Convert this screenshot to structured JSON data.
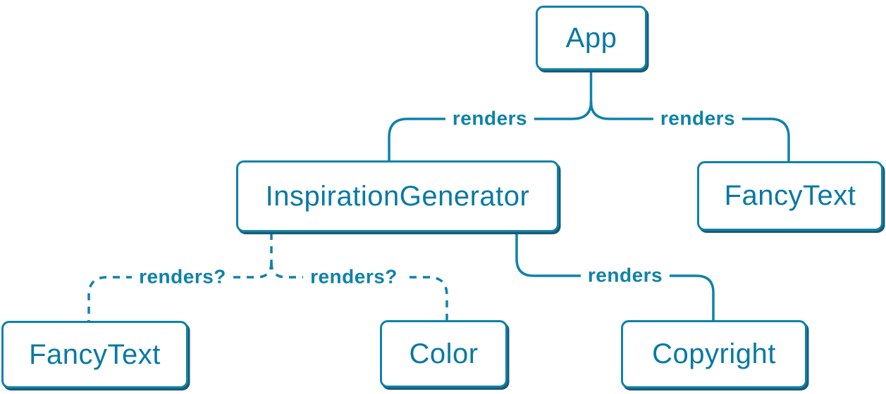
{
  "page": {
    "background": "#ffffff"
  },
  "diagram": {
    "type": "component-render-tree",
    "colors": {
      "accent": "#0e82aa",
      "node_text": "#0879a3",
      "node_fill": "#ffffff",
      "shadow": "#1c5972",
      "page_bg": "#ffffff"
    },
    "nodes": [
      {
        "id": "app",
        "label": "App"
      },
      {
        "id": "inspiration-generator",
        "label": "InspirationGenerator"
      },
      {
        "id": "fancy-text-top",
        "label": "FancyText"
      },
      {
        "id": "fancy-text-bottom",
        "label": "FancyText"
      },
      {
        "id": "color",
        "label": "Color"
      },
      {
        "id": "copyright",
        "label": "Copyright"
      }
    ],
    "edges": [
      {
        "from": "App",
        "to": "InspirationGenerator",
        "label": "renders",
        "style": "solid"
      },
      {
        "from": "App",
        "to": "FancyText",
        "label": "renders",
        "style": "solid"
      },
      {
        "from": "InspirationGenerator",
        "to": "FancyText",
        "label": "renders?",
        "style": "dashed"
      },
      {
        "from": "InspirationGenerator",
        "to": "Color",
        "label": "renders?",
        "style": "dashed"
      },
      {
        "from": "InspirationGenerator",
        "to": "Copyright",
        "label": "renders",
        "style": "solid"
      }
    ]
  }
}
